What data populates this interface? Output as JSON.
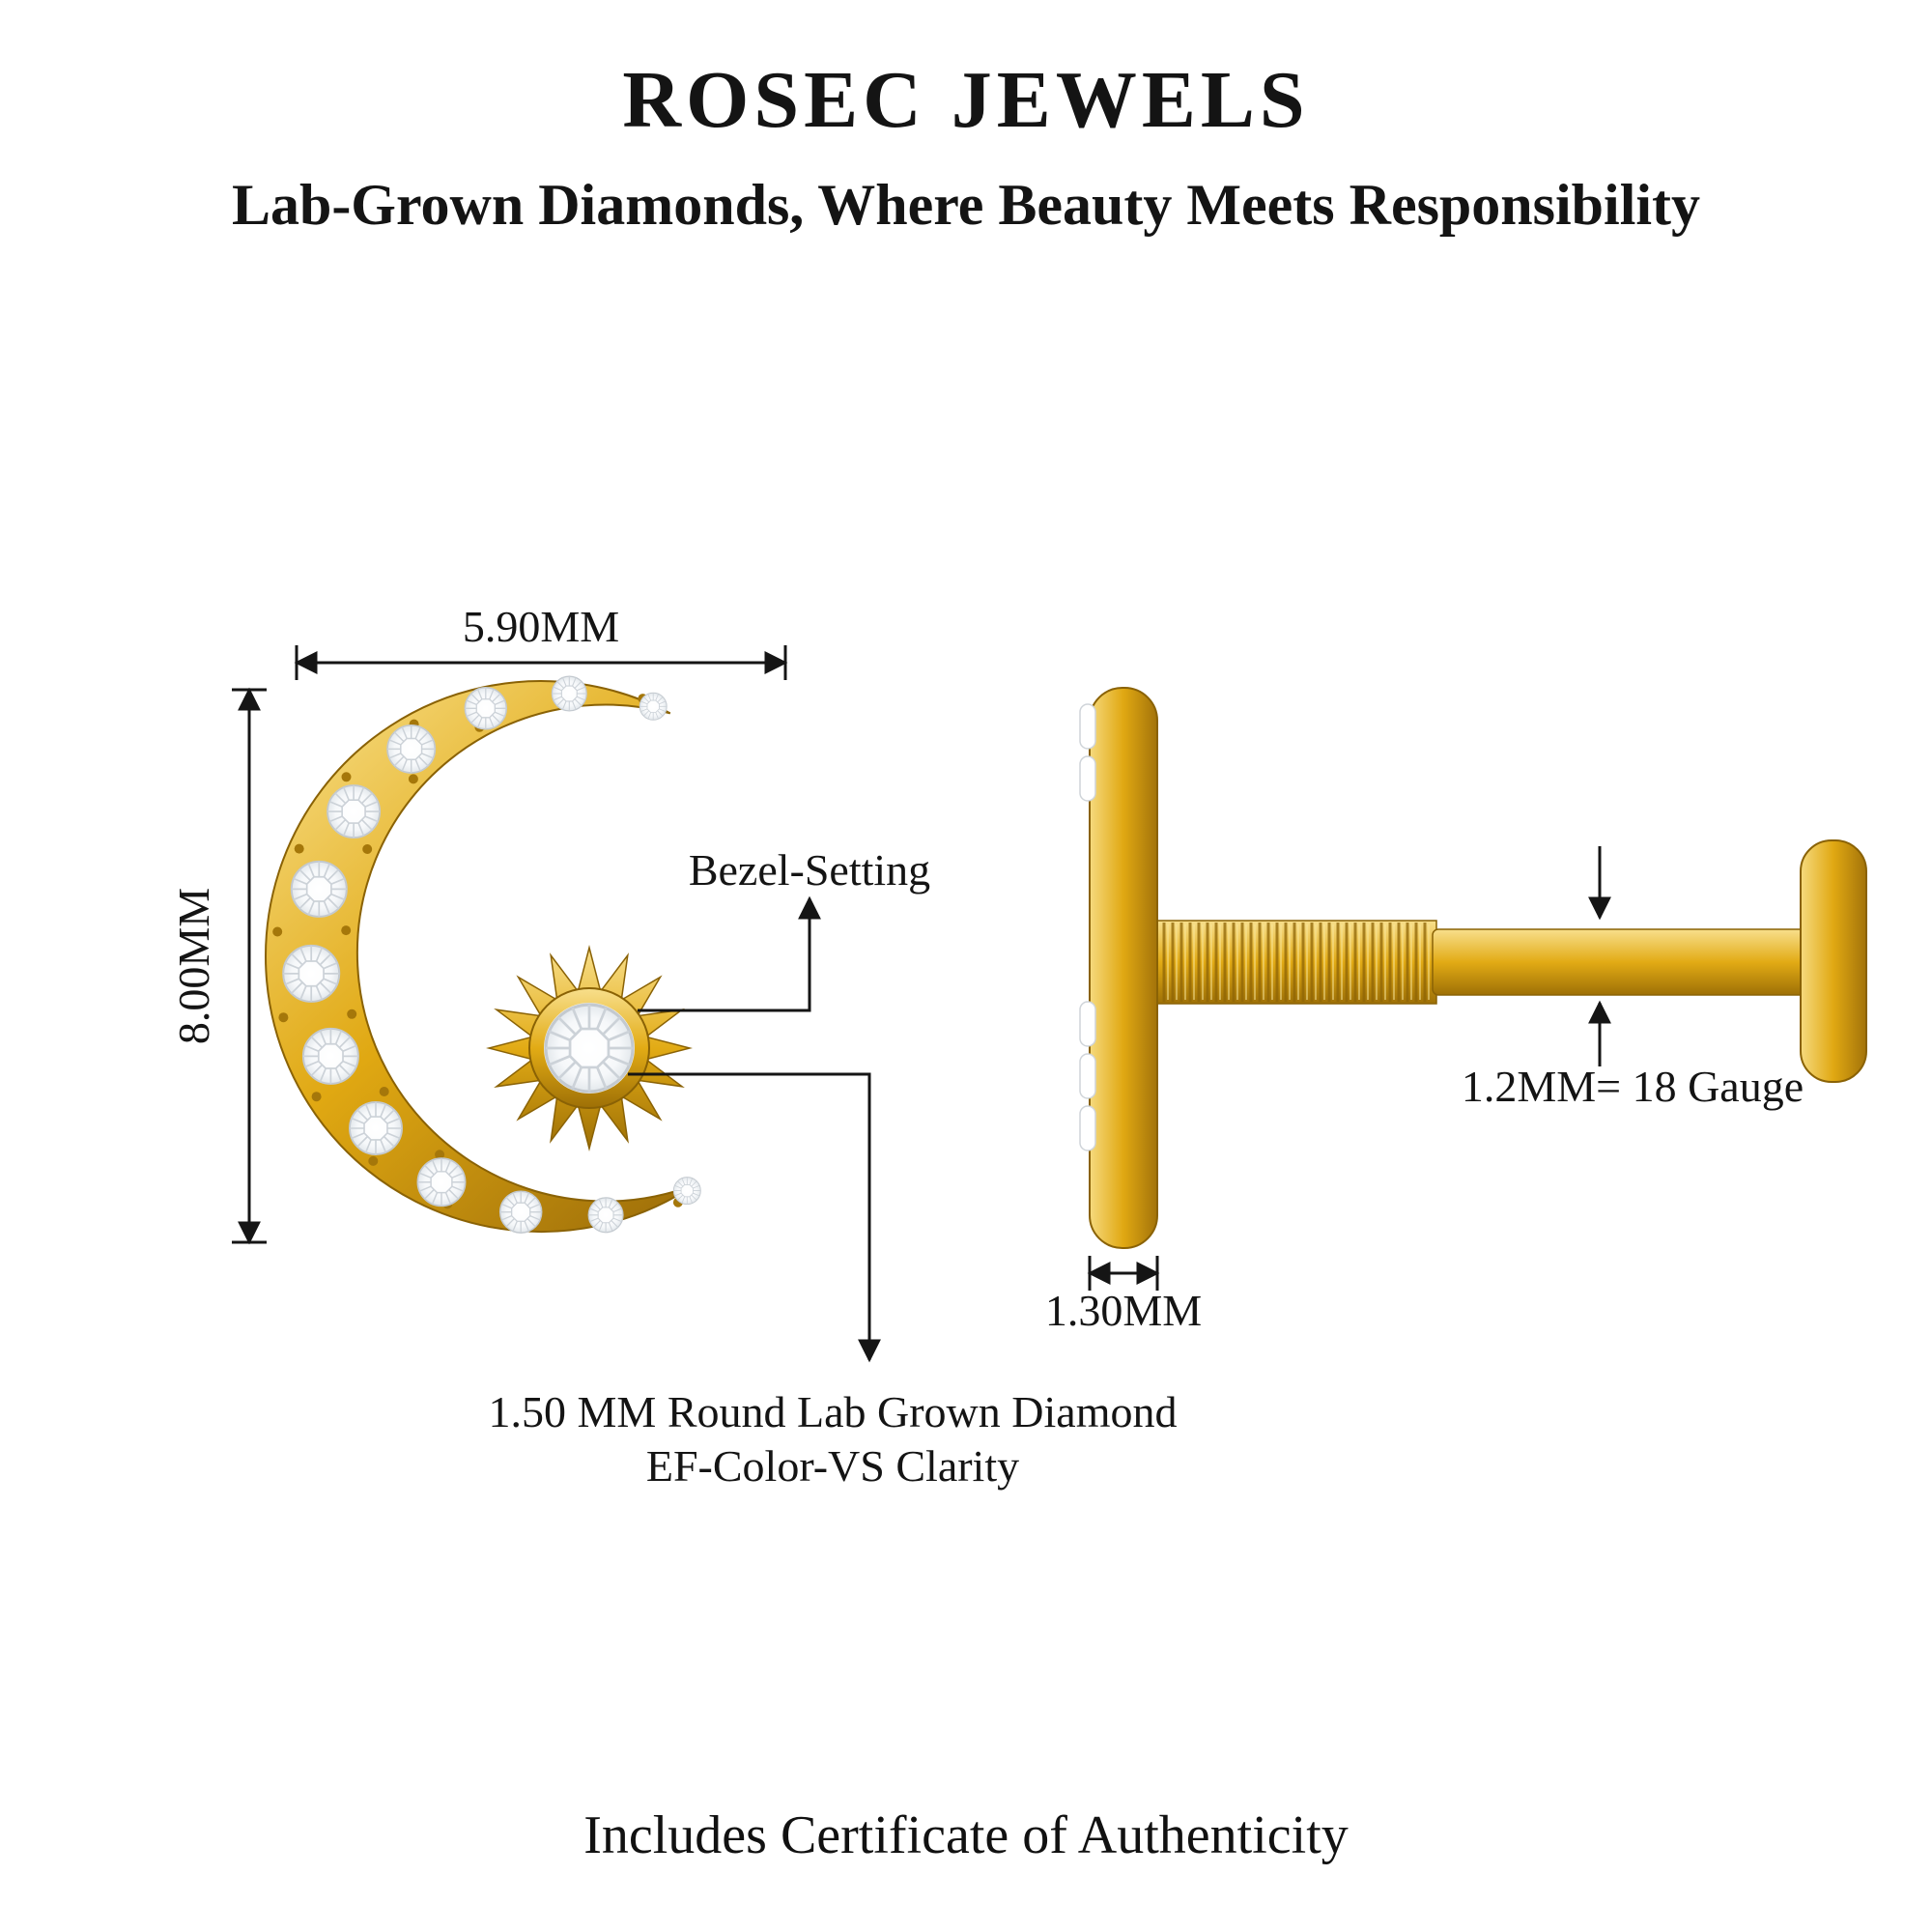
{
  "header": {
    "brand": "ROSEC JEWELS",
    "tagline": "Lab-Grown Diamonds, Where Beauty Meets Responsibility"
  },
  "front_view": {
    "width": "5.90MM",
    "height": "8.00MM",
    "bezel": "Bezel-Setting",
    "stone_line1": "1.50 MM Round Lab Grown Diamond",
    "stone_line2": "EF-Color-VS Clarity"
  },
  "side_view": {
    "gauge": "1.2MM= 18 Gauge",
    "thickness": "1.30MM"
  },
  "footer": {
    "certificate": "Includes Certificate of Authenticity"
  },
  "colors": {
    "gold_light": "#F8DF8C",
    "gold": "#E2AB15",
    "gold_dark": "#9E7006",
    "diamond_white": "#FFFFFF",
    "text": "#141414",
    "background": "#FFFFFF"
  }
}
